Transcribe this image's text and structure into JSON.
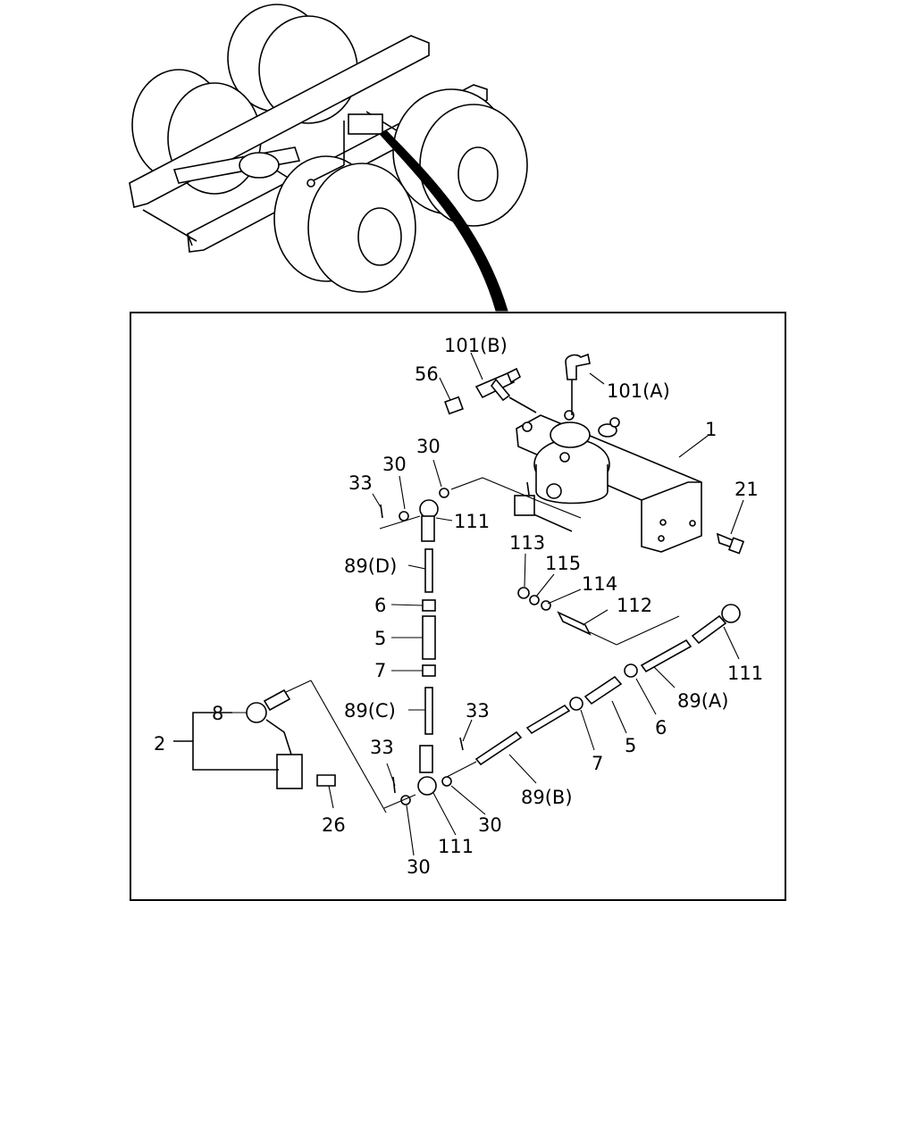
{
  "callouts": {
    "c101b": "101(B)",
    "c101a": "101(A)",
    "c56": "56",
    "c1": "1",
    "c30a": "30",
    "c30b": "30",
    "c33a": "33",
    "c111a": "111",
    "c21": "21",
    "c113": "113",
    "c115": "115",
    "c114": "114",
    "c112": "112",
    "c89d": "89(D)",
    "c6a": "6",
    "c5a": "5",
    "c7a": "7",
    "c111b": "111",
    "c89a": "89(A)",
    "c8": "8",
    "c89c": "89(C)",
    "c33b": "33",
    "c6b": "6",
    "c2": "2",
    "c5b": "5",
    "c33c": "33",
    "c7b": "7",
    "c89b": "89(B)",
    "c26": "26",
    "c30c": "30",
    "c111c": "111",
    "c30d": "30"
  }
}
